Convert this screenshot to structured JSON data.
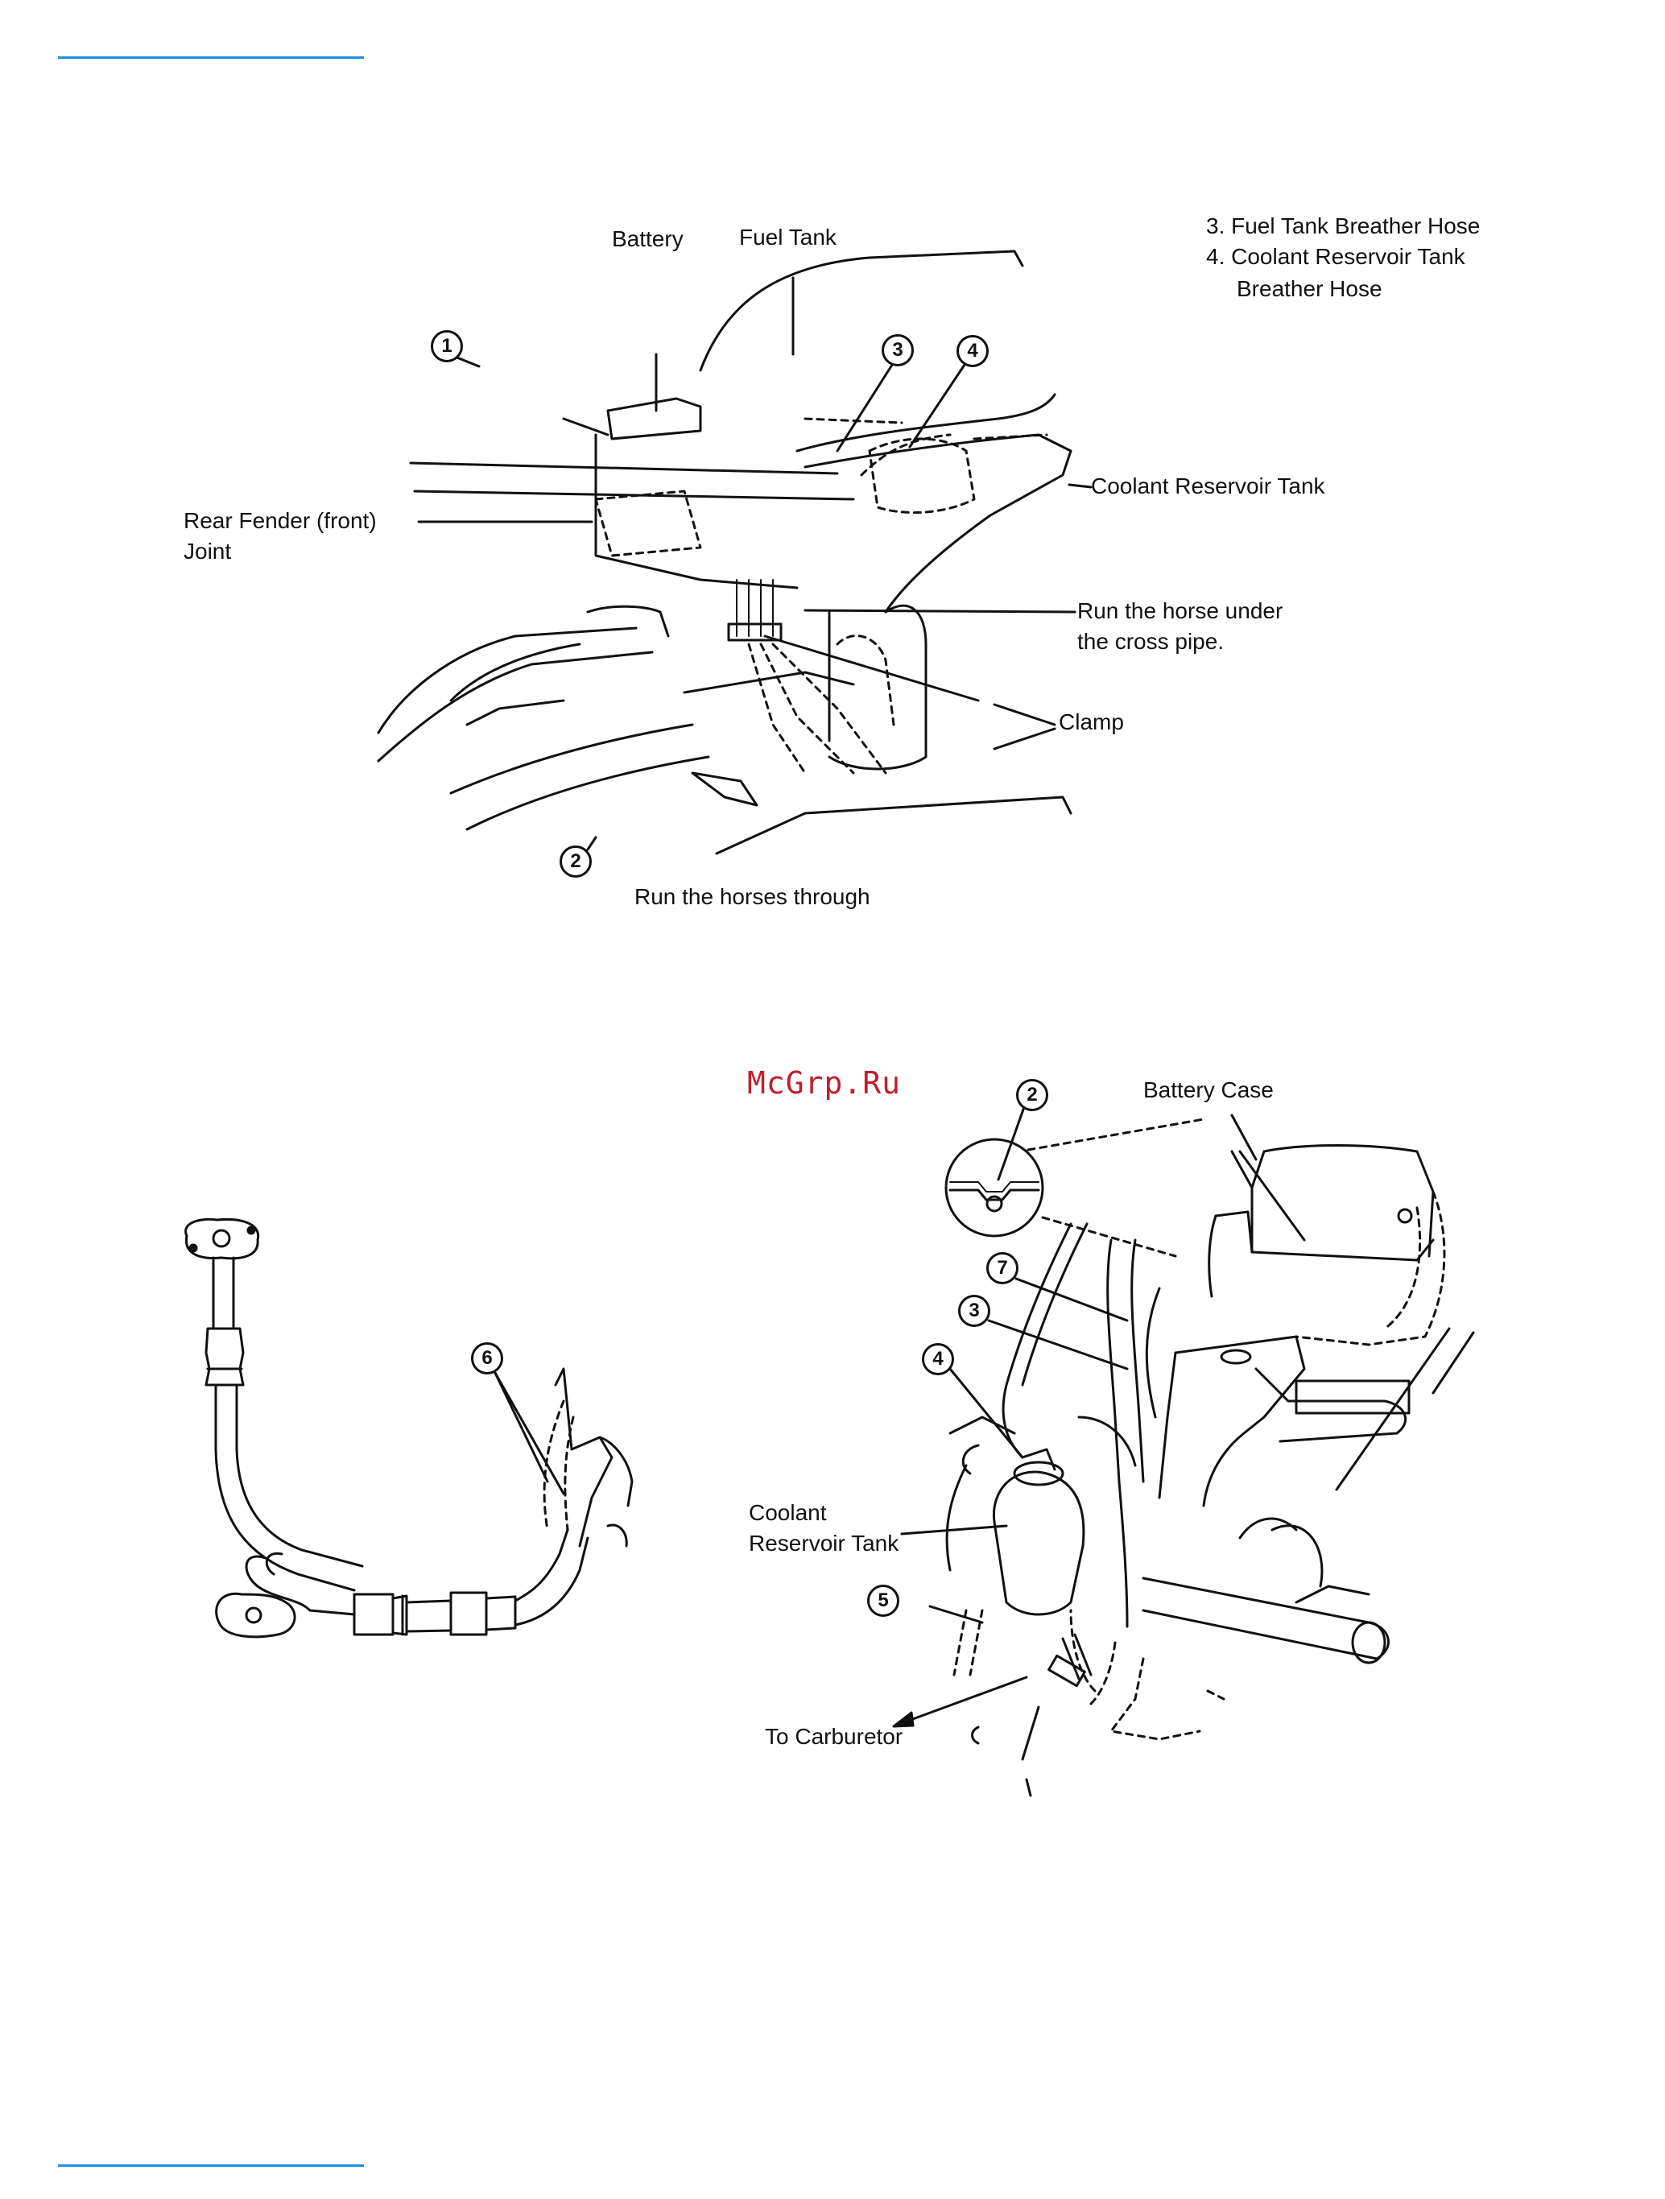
{
  "colors": {
    "rule": "#1e8fe0",
    "watermark": "#c0202a",
    "ink": "#111111"
  },
  "figure1": {
    "labels": {
      "battery": "Battery",
      "fuel_tank": "Fuel Tank",
      "legend_3": "3. Fuel Tank Breather Hose",
      "legend_4_line1": "4. Coolant Reservoir Tank",
      "legend_4_line2": "Breather Hose",
      "rear_fender_line1": "Rear Fender (front)",
      "rear_fender_line2": "Joint",
      "coolant_reservoir": "Coolant Reservoir Tank",
      "run_under_line1": "Run the horse under",
      "run_under_line2": "the cross pipe.",
      "clamp": "Clamp",
      "run_through": "Run the horses through"
    },
    "callouts": [
      "1",
      "2",
      "3",
      "4"
    ]
  },
  "watermark": "McGrp.Ru",
  "figure2": {
    "callouts": [
      "6"
    ]
  },
  "figure3": {
    "labels": {
      "battery_case": "Battery Case",
      "coolant_line1": "Coolant",
      "coolant_line2": "Reservoir Tank",
      "to_carburetor": "To Carburetor"
    },
    "callouts": [
      "2",
      "7",
      "3",
      "4",
      "5"
    ]
  }
}
